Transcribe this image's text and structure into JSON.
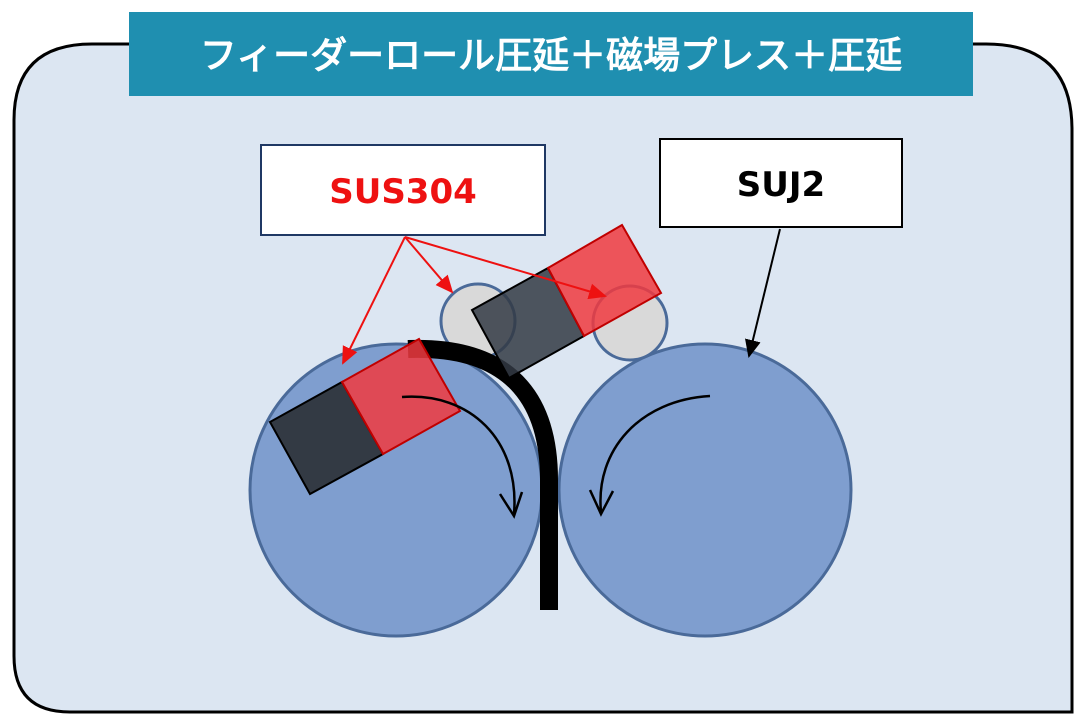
{
  "title": "フィーダーロール圧延＋磁場プレス＋圧延",
  "labels": {
    "sus304": "SUS304",
    "suj2": "SUJ2"
  },
  "colors": {
    "panel_bg": "#dce6f2",
    "panel_border": "#000000",
    "title_bar": "#1f8fb0",
    "title_text": "#ffffff",
    "roll_fill": "#7f9ecf",
    "roll_stroke": "#4a6a99",
    "small_roll_fill": "#d9d9d9",
    "small_roll_stroke": "#4a6a99",
    "sus304_text": "#ee1111",
    "suj2_text": "#000000",
    "red_arrow": "#ee1111",
    "black_arrow": "#000000",
    "magnet_dark": "#333a44",
    "magnet_red": "#f03a3f",
    "strip": "#000000"
  }
}
